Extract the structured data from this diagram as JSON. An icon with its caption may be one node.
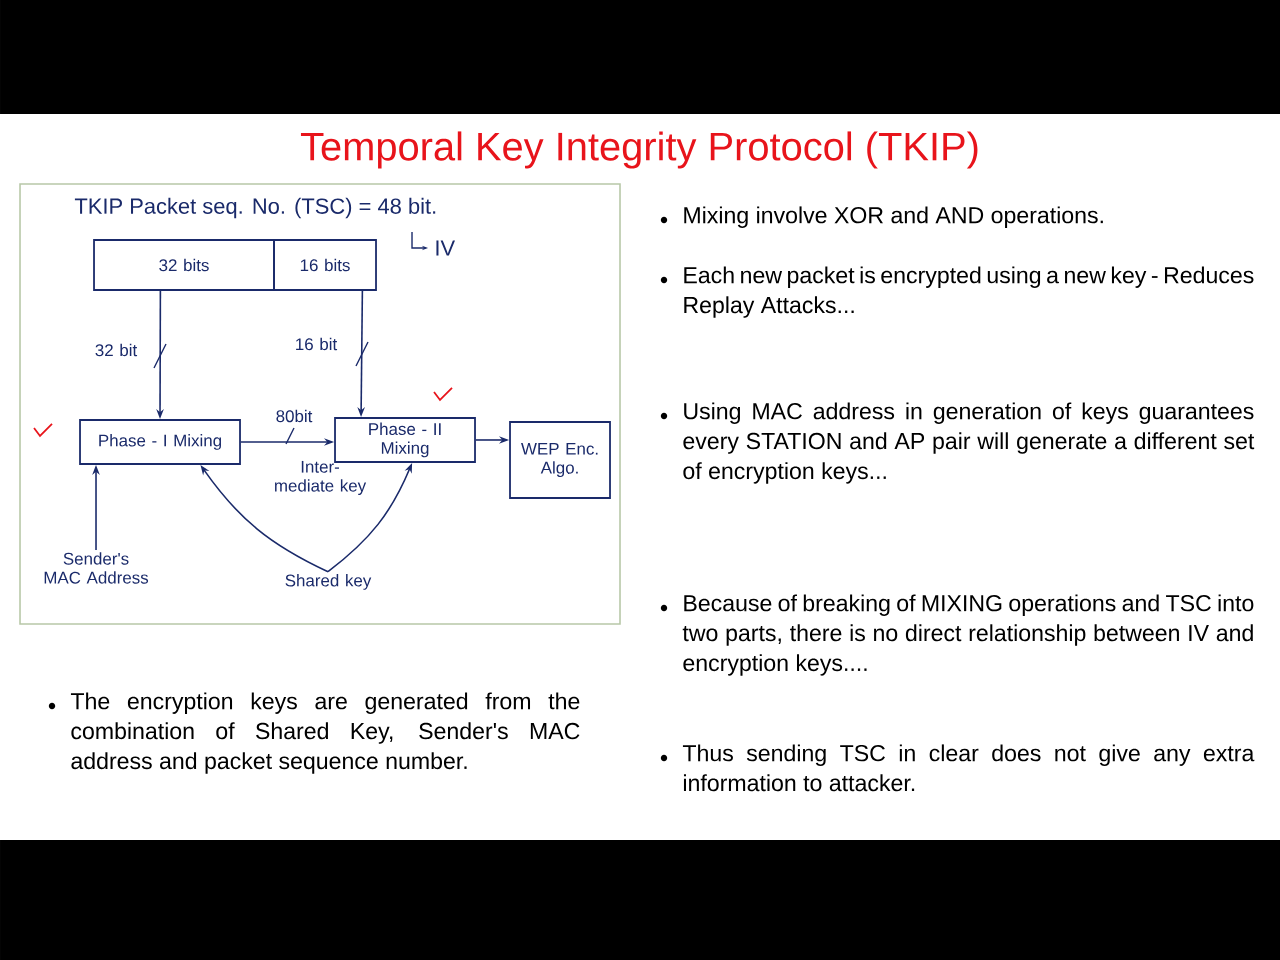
{
  "diagram": {
    "title": "Temporal Key Integrity Protocol (TKIP)",
    "nodes": [
      {
        "text": [
          "32 bits"
        ]
      },
      {
        "text": [
          "16 bits"
        ]
      },
      {
        "text": [
          "Phase - I Mixing"
        ]
      },
      {
        "text": [
          "Phase - II Mixing"
        ]
      },
      {
        "text": [
          "WEP Enc. Algo."
        ]
      },
      {
        "text": [
          "Sender's MAC Address"
        ]
      },
      {
        "text": [
          "Shared key"
        ]
      }
    ],
    "edges": [
      {
        "from": 0,
        "to": 2,
        "arrow": "to",
        "label": "32 bit"
      },
      {
        "from": 1,
        "to": 3,
        "arrow": "to",
        "label": "16 bit"
      },
      {
        "from": 2,
        "to": 3,
        "arrow": "to",
        "label": "80bit"
      },
      {
        "from": 3,
        "to": 4,
        "arrow": "to"
      },
      {
        "from": 5,
        "to": 2,
        "arrow": "to"
      },
      {
        "from": 6,
        "to": 2,
        "arrow": "to"
      },
      {
        "from": 6,
        "to": 3,
        "arrow": "to"
      }
    ],
    "labels": [
      "TKIP Packet seq. No. (TSC) = 48 bit.",
      "IV",
      "Inter-mediate key",
      "The encryption keys are generated from the combination of Shared Key, Sender's MAC address and packet sequence number.",
      "Mixing involve XOR and AND operations.",
      "Each new packet is encrypted using a new key - Reduces Replay Attacks...",
      "Using MAC address in generation of keys guarantees every STATION and AP pair will generate a different set of encryption keys...",
      "Because of breaking of MIXING operations and TSC into two parts, there is no direct relationship between IV and encryption keys....",
      "Thus sending TSC in clear does not give any extra information to attacker."
    ]
  }
}
